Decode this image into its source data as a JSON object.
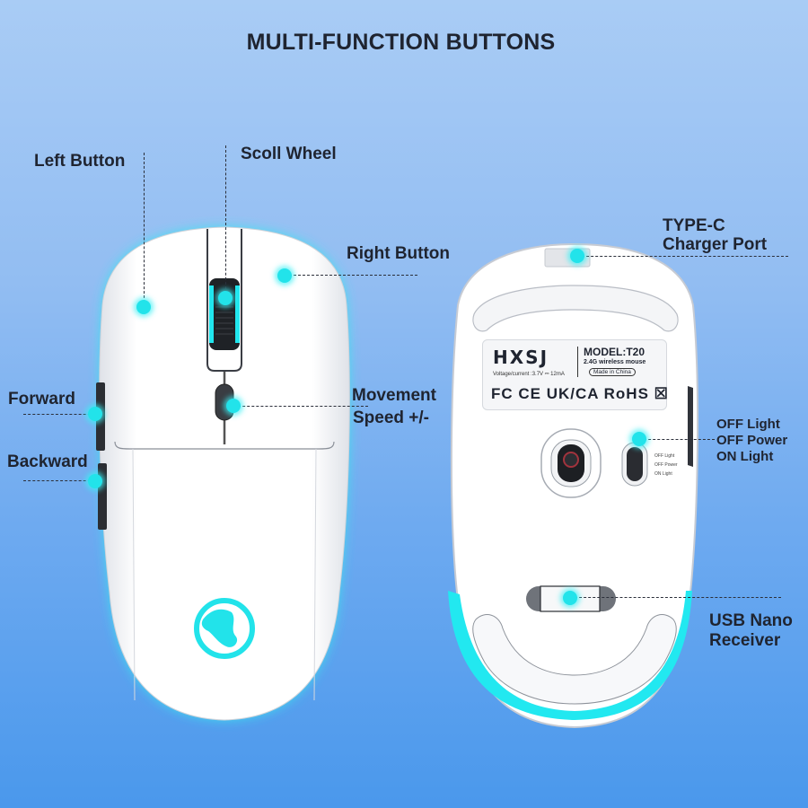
{
  "title": "MULTI-FUNCTION BUTTONS",
  "colors": {
    "background_top": "#a9ccf5",
    "background_bottom": "#4a98ec",
    "accent_cyan": "#22e3ea",
    "text": "#1f2430",
    "mouse_body": "#ffffff"
  },
  "front_view": {
    "labels": {
      "left_button": "Left Button",
      "scroll_wheel": "Scoll Wheel",
      "right_button": "Right Button",
      "forward": "Forward",
      "backward": "Backward",
      "movement_line1": "Movement",
      "movement_line2": "Speed +/-"
    },
    "logo_icon": "hxsj-dragon-logo-icon"
  },
  "bottom_view": {
    "labels": {
      "type_c_line1": "TYPE-C",
      "type_c_line2": "Charger Port",
      "switch_line1": "OFF Light",
      "switch_line2": "OFF Power",
      "switch_line3": "ON Light",
      "usb_line1": "USB Nano",
      "usb_line2": "Receiver"
    },
    "sticker": {
      "brand": "HXSJ",
      "model": "MODEL:T20",
      "description": "2.4G wireless mouse",
      "voltage": "Voltage/current :3.7V ⎓ 12mA",
      "origin": "Made in China",
      "certifications": "FC CE UK/CA RoHS ☒"
    },
    "switch_positions": [
      "OFF Light",
      "OFF Power",
      "ON Light"
    ]
  }
}
